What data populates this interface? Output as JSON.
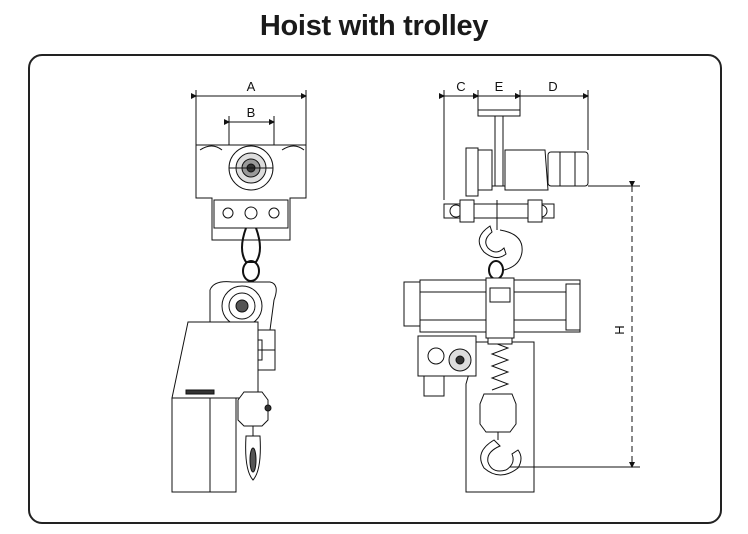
{
  "title": "Hoist with trolley",
  "dimensions": {
    "a": "A",
    "b": "B",
    "c": "C",
    "d": "D",
    "e": "E",
    "h": "H"
  }
}
